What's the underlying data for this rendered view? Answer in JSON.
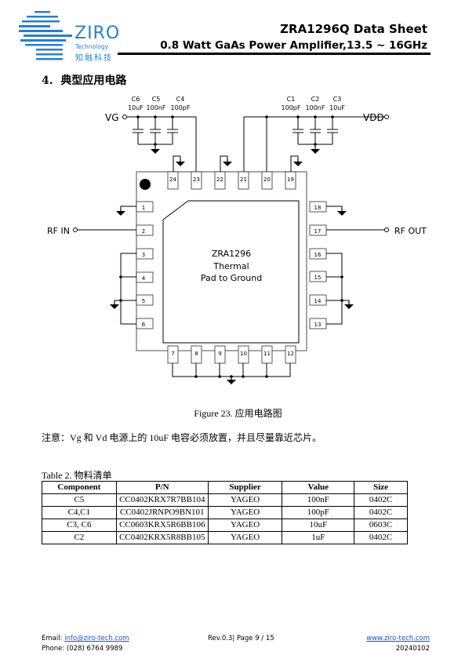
{
  "header": {
    "logo": {
      "name": "ZIRO",
      "sub": "Technology",
      "cn": "知融科技",
      "brand_color": "#2a7fc4"
    },
    "title": "ZRA1296Q Data Sheet",
    "subtitle": "0.8 Watt GaAs Power Amplifier,13.5 ~ 16GHz"
  },
  "section": {
    "number": "4.",
    "title": "典型应用电路"
  },
  "schematic": {
    "chip_label": [
      "ZRA1296",
      "Thermal",
      "Pad to Ground"
    ],
    "ports": {
      "vg": "VG",
      "vdd": "VDD",
      "rf_in": "RF IN",
      "rf_out": "RF OUT"
    },
    "vg_caps": [
      {
        "ref": "C6",
        "value": "10uF"
      },
      {
        "ref": "C5",
        "value": "100nF"
      },
      {
        "ref": "C4",
        "value": "100pF"
      }
    ],
    "vdd_caps": [
      {
        "ref": "C1",
        "value": "100pF"
      },
      {
        "ref": "C2",
        "value": "100nF"
      },
      {
        "ref": "C3",
        "value": "10uF"
      }
    ],
    "pins": {
      "left": [
        "1",
        "2",
        "3",
        "4",
        "5",
        "6"
      ],
      "bottom": [
        "7",
        "8",
        "9",
        "10",
        "11",
        "12"
      ],
      "right": [
        "18",
        "17",
        "16",
        "15",
        "14",
        "13"
      ],
      "top": [
        "24",
        "23",
        "22",
        "21",
        "20",
        "19"
      ]
    }
  },
  "figure_caption": "Figure 23. 应用电路图",
  "note": "注意：Vg 和 Vd 电源上的 10uF 电容必须放置，并且尽量靠近芯片。",
  "table": {
    "title": "Table 2. 物料清单",
    "headers": [
      "Component",
      "P/N",
      "Supplier",
      "Value",
      "Size"
    ],
    "rows": [
      [
        "C5",
        "CC0402KRX7R7BB104",
        "YAGEO",
        "100nF",
        "0402C"
      ],
      [
        "C4,C1",
        "CC0402JRNPO9BN101",
        "YAGEO",
        "100pF",
        "0402C"
      ],
      [
        "C3, C6",
        "CC0603KRX5R6BB106",
        "YAGEO",
        "10uF",
        "0603C"
      ],
      [
        "C2",
        "CC0402KRX5R8BB105",
        "YAGEO",
        "1uF",
        "0402C"
      ]
    ]
  },
  "footer": {
    "email_label": "Email:",
    "email": "info@ziro-tech.com",
    "phone_label": "Phone:",
    "phone": "(028) 6764 9989",
    "rev": "Rev.0.3| Page 9 / 15",
    "website": "www.ziro-tech.com",
    "date": "20240102"
  }
}
